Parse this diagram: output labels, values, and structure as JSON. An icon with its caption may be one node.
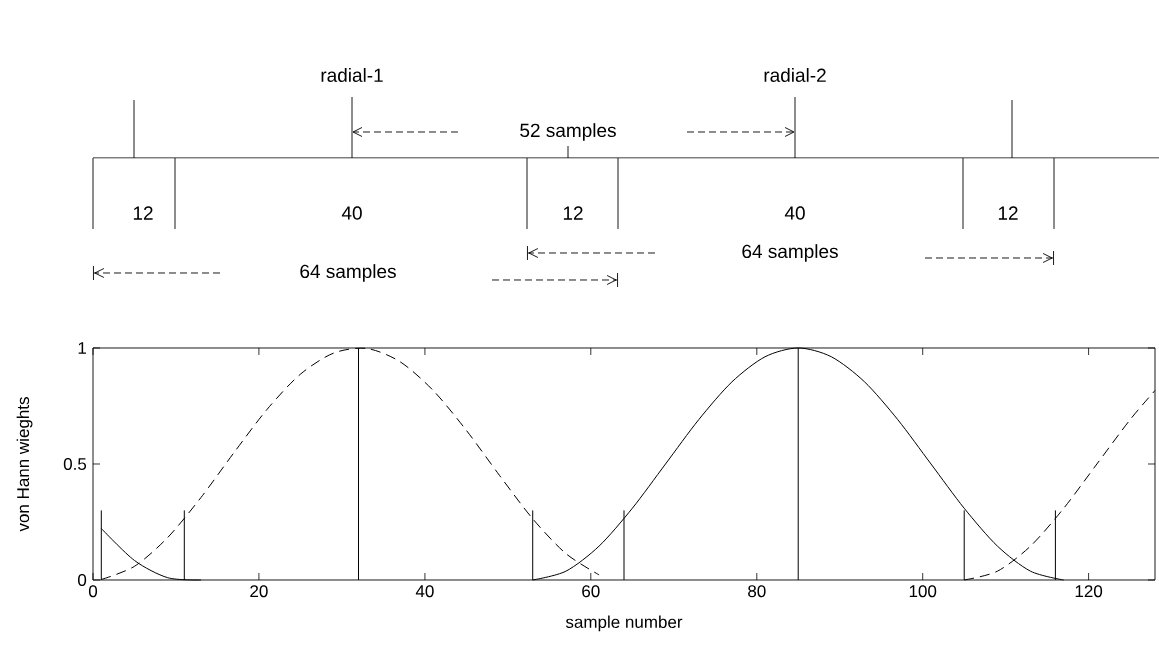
{
  "diagram": {
    "labels": [
      "radial-1",
      "radial-2",
      "52 samples",
      "12",
      "40",
      "12",
      "40",
      "12",
      "64 samples",
      "64 samples"
    ],
    "chart_data": {
      "type": "line",
      "xlabel": "sample number",
      "ylabel": "von Hann wieghts",
      "xlim": [
        0,
        128
      ],
      "ylim": [
        0,
        1
      ],
      "xticks": [
        0,
        20,
        40,
        60,
        80,
        100,
        120
      ],
      "yticks": [
        0,
        0.5,
        1
      ],
      "x": [
        1,
        5,
        9,
        13,
        17,
        21,
        25,
        29,
        33,
        37,
        41,
        45,
        49,
        53,
        57,
        61,
        65,
        69,
        73,
        77,
        81,
        85,
        89,
        93,
        97,
        101,
        105,
        109,
        113,
        117,
        121,
        125,
        128
      ],
      "series": [
        {
          "color": "#000000",
          "values": [
            0.222,
            0.084,
            0.01,
            0,
            null,
            null,
            null,
            null,
            null,
            null,
            null,
            null,
            null,
            null,
            null,
            null,
            null,
            null,
            null,
            null,
            null,
            null,
            null,
            null,
            null,
            null,
            null,
            null,
            null,
            null,
            null,
            null,
            null
          ]
        },
        {
          "color": "#000000",
          "line_style": "dashed",
          "values": [
            0.002,
            0.059,
            0.183,
            0.355,
            0.549,
            0.736,
            0.887,
            0.978,
            0.998,
            0.941,
            0.817,
            0.645,
            0.451,
            0.264,
            0.114,
            0.022,
            null,
            null,
            null,
            null,
            null,
            null,
            null,
            null,
            null,
            null,
            null,
            null,
            null,
            null,
            null,
            null,
            null
          ]
        },
        {
          "color": "#000000",
          "values": [
            null,
            null,
            null,
            null,
            null,
            null,
            null,
            null,
            null,
            null,
            null,
            null,
            null,
            0,
            0.038,
            0.146,
            0.309,
            0.5,
            0.691,
            0.854,
            0.962,
            1,
            0.962,
            0.854,
            0.691,
            0.5,
            0.309,
            0.146,
            0.038,
            0,
            null,
            null,
            null
          ]
        },
        {
          "color": "#000000",
          "line_style": "dashed",
          "values": [
            null,
            null,
            null,
            null,
            null,
            null,
            null,
            null,
            null,
            null,
            null,
            null,
            null,
            null,
            null,
            null,
            null,
            null,
            null,
            null,
            null,
            null,
            null,
            null,
            null,
            null,
            0,
            0.038,
            0.146,
            0.309,
            0.5,
            0.691,
            0.817
          ]
        }
      ],
      "ref_lines": [
        {
          "axis": "x",
          "value": 1
        },
        {
          "axis": "x",
          "value": 11
        },
        {
          "axis": "x",
          "value": 32
        },
        {
          "axis": "x",
          "value": 53
        },
        {
          "axis": "x",
          "value": 64
        },
        {
          "axis": "x",
          "value": 85
        },
        {
          "axis": "x",
          "value": 105
        },
        {
          "axis": "x",
          "value": 116
        }
      ]
    }
  }
}
